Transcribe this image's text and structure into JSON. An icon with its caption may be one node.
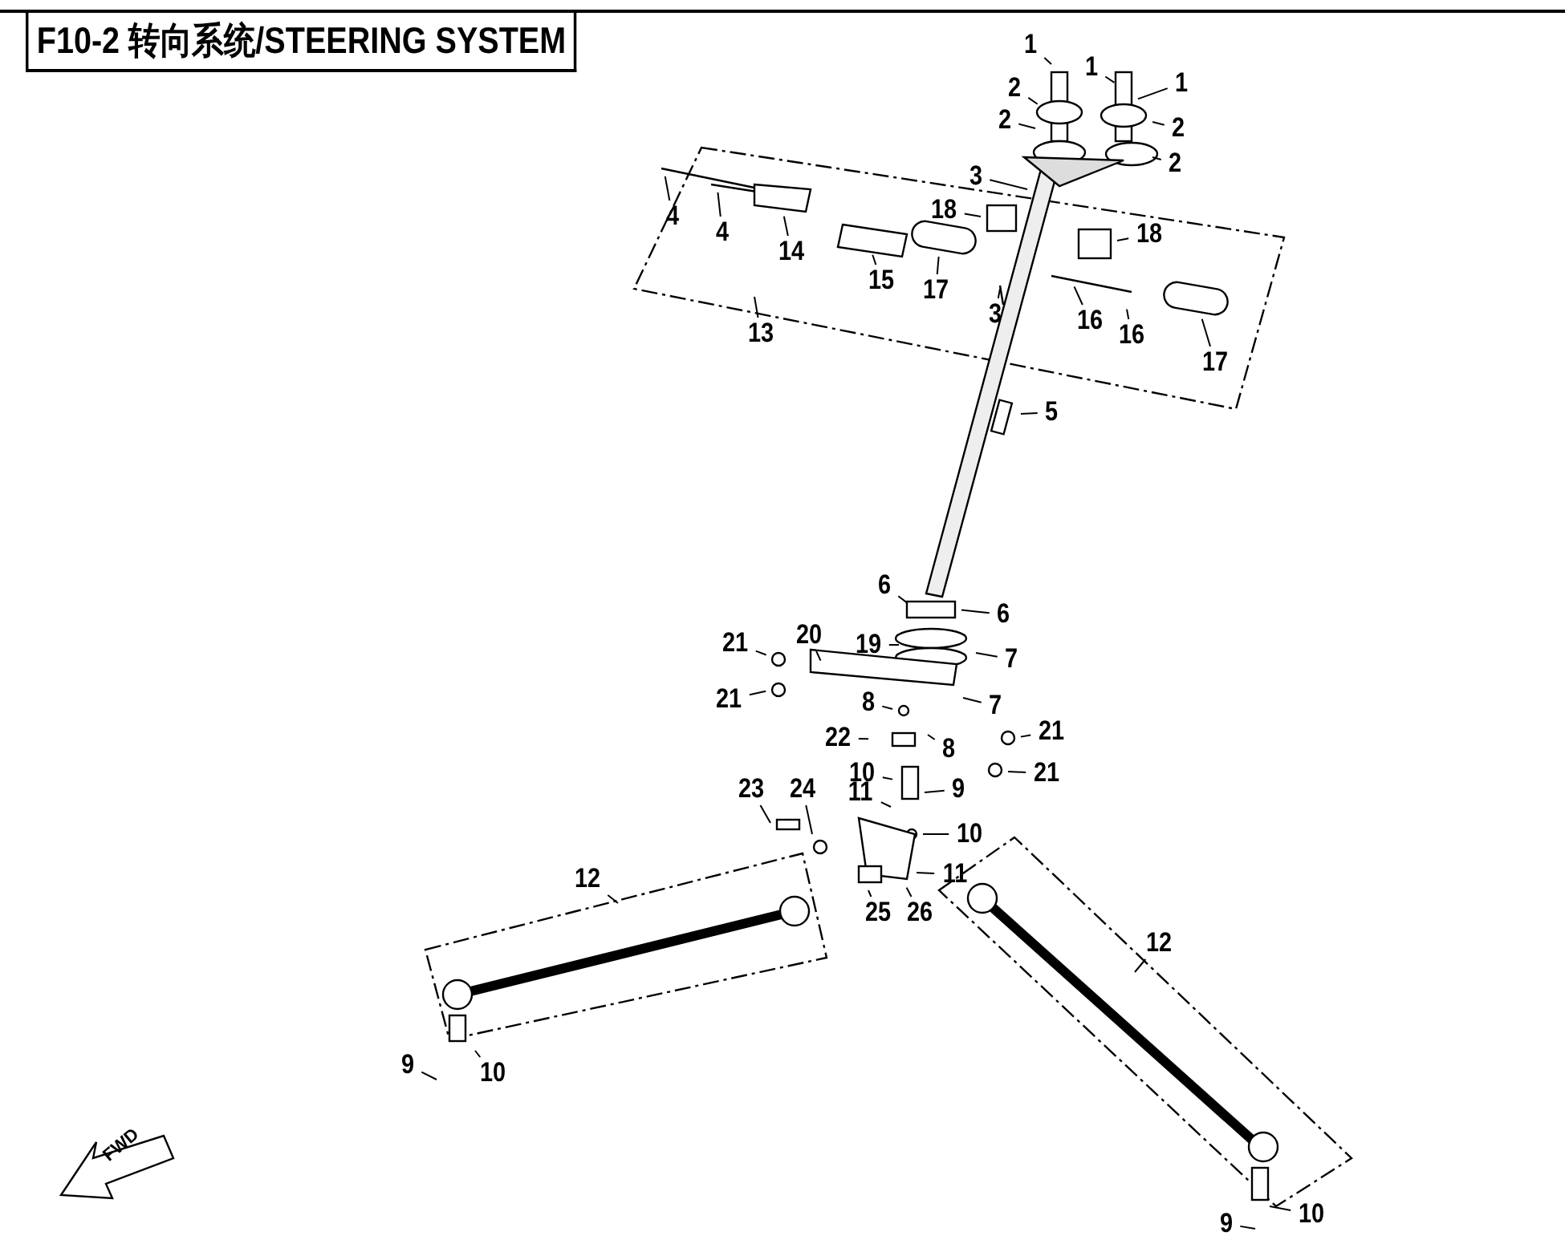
{
  "diagram": {
    "title": "F10-2 转向系统/STEERING SYSTEM",
    "nodes": [
      {
        "text": [
          "1"
        ]
      },
      {
        "text": [
          "1"
        ]
      },
      {
        "text": [
          "1"
        ]
      },
      {
        "text": [
          "2"
        ]
      },
      {
        "text": [
          "2"
        ]
      },
      {
        "text": [
          "2"
        ]
      },
      {
        "text": [
          "2"
        ]
      },
      {
        "text": [
          "3"
        ]
      },
      {
        "text": [
          "4"
        ]
      },
      {
        "text": [
          "4"
        ]
      },
      {
        "text": [
          "18"
        ]
      },
      {
        "text": [
          "18"
        ]
      },
      {
        "text": [
          "14"
        ]
      },
      {
        "text": [
          "15"
        ]
      },
      {
        "text": [
          "17"
        ]
      },
      {
        "text": [
          "3"
        ]
      },
      {
        "text": [
          "16"
        ]
      },
      {
        "text": [
          "16"
        ]
      },
      {
        "text": [
          "13"
        ]
      },
      {
        "text": [
          "17"
        ]
      },
      {
        "text": [
          "5"
        ]
      },
      {
        "text": [
          "6"
        ]
      },
      {
        "text": [
          "6"
        ]
      },
      {
        "text": [
          "20"
        ]
      },
      {
        "text": [
          "19"
        ]
      },
      {
        "text": [
          "21"
        ]
      },
      {
        "text": [
          "7"
        ]
      },
      {
        "text": [
          "7"
        ]
      },
      {
        "text": [
          "21"
        ]
      },
      {
        "text": [
          "8"
        ]
      },
      {
        "text": [
          "21"
        ]
      },
      {
        "text": [
          "22"
        ]
      },
      {
        "text": [
          "8"
        ]
      },
      {
        "text": [
          "10"
        ]
      },
      {
        "text": [
          "21"
        ]
      },
      {
        "text": [
          "9"
        ]
      },
      {
        "text": [
          "23"
        ]
      },
      {
        "text": [
          "24"
        ]
      },
      {
        "text": [
          "11"
        ]
      },
      {
        "text": [
          "10"
        ]
      },
      {
        "text": [
          "11"
        ]
      },
      {
        "text": [
          "12"
        ]
      },
      {
        "text": [
          "25"
        ]
      },
      {
        "text": [
          "26"
        ]
      },
      {
        "text": [
          "12"
        ]
      },
      {
        "text": [
          "9"
        ]
      },
      {
        "text": [
          "10"
        ]
      },
      {
        "text": [
          "9"
        ]
      },
      {
        "text": [
          "10"
        ]
      }
    ],
    "edges": [
      {
        "from": 0,
        "to": null,
        "arrow": "none"
      },
      {
        "from": 1,
        "to": null,
        "arrow": "none"
      },
      {
        "from": 2,
        "to": null,
        "arrow": "none"
      },
      {
        "from": 3,
        "to": null,
        "arrow": "none"
      },
      {
        "from": 4,
        "to": null,
        "arrow": "none"
      },
      {
        "from": 5,
        "to": null,
        "arrow": "none"
      },
      {
        "from": 6,
        "to": null,
        "arrow": "none"
      },
      {
        "from": 7,
        "to": null,
        "arrow": "none"
      },
      {
        "from": 8,
        "to": null,
        "arrow": "none"
      },
      {
        "from": 9,
        "to": null,
        "arrow": "none"
      },
      {
        "from": 10,
        "to": null,
        "arrow": "none"
      },
      {
        "from": 11,
        "to": null,
        "arrow": "none"
      },
      {
        "from": 12,
        "to": null,
        "arrow": "none"
      },
      {
        "from": 13,
        "to": null,
        "arrow": "none"
      },
      {
        "from": 14,
        "to": null,
        "arrow": "none"
      },
      {
        "from": 15,
        "to": null,
        "arrow": "none"
      },
      {
        "from": 16,
        "to": null,
        "arrow": "none"
      },
      {
        "from": 17,
        "to": null,
        "arrow": "none"
      },
      {
        "from": 18,
        "to": null,
        "arrow": "none"
      },
      {
        "from": 19,
        "to": null,
        "arrow": "none"
      },
      {
        "from": 20,
        "to": null,
        "arrow": "none"
      },
      {
        "from": 21,
        "to": null,
        "arrow": "none"
      },
      {
        "from": 22,
        "to": null,
        "arrow": "none"
      },
      {
        "from": 23,
        "to": null,
        "arrow": "none"
      },
      {
        "from": 24,
        "to": null,
        "arrow": "none"
      },
      {
        "from": 25,
        "to": null,
        "arrow": "none"
      },
      {
        "from": 26,
        "to": null,
        "arrow": "none"
      },
      {
        "from": 27,
        "to": null,
        "arrow": "none"
      },
      {
        "from": 28,
        "to": null,
        "arrow": "none"
      },
      {
        "from": 29,
        "to": null,
        "arrow": "none"
      },
      {
        "from": 30,
        "to": null,
        "arrow": "none"
      },
      {
        "from": 31,
        "to": null,
        "arrow": "none"
      },
      {
        "from": 32,
        "to": null,
        "arrow": "none"
      },
      {
        "from": 33,
        "to": null,
        "arrow": "none"
      },
      {
        "from": 34,
        "to": null,
        "arrow": "none"
      },
      {
        "from": 35,
        "to": null,
        "arrow": "none"
      },
      {
        "from": 36,
        "to": null,
        "arrow": "none"
      },
      {
        "from": 37,
        "to": null,
        "arrow": "none"
      },
      {
        "from": 38,
        "to": null,
        "arrow": "none"
      },
      {
        "from": 39,
        "to": null,
        "arrow": "none"
      },
      {
        "from": 40,
        "to": null,
        "arrow": "none"
      },
      {
        "from": 41,
        "to": null,
        "arrow": "none"
      },
      {
        "from": 42,
        "to": null,
        "arrow": "none"
      },
      {
        "from": 43,
        "to": null,
        "arrow": "none"
      },
      {
        "from": 44,
        "to": null,
        "arrow": "none"
      },
      {
        "from": 45,
        "to": null,
        "arrow": "none"
      },
      {
        "from": 46,
        "to": null,
        "arrow": "none"
      },
      {
        "from": 47,
        "to": null,
        "arrow": "none"
      },
      {
        "from": 48,
        "to": null,
        "arrow": "none"
      }
    ],
    "labels": [
      "FWD"
    ]
  }
}
